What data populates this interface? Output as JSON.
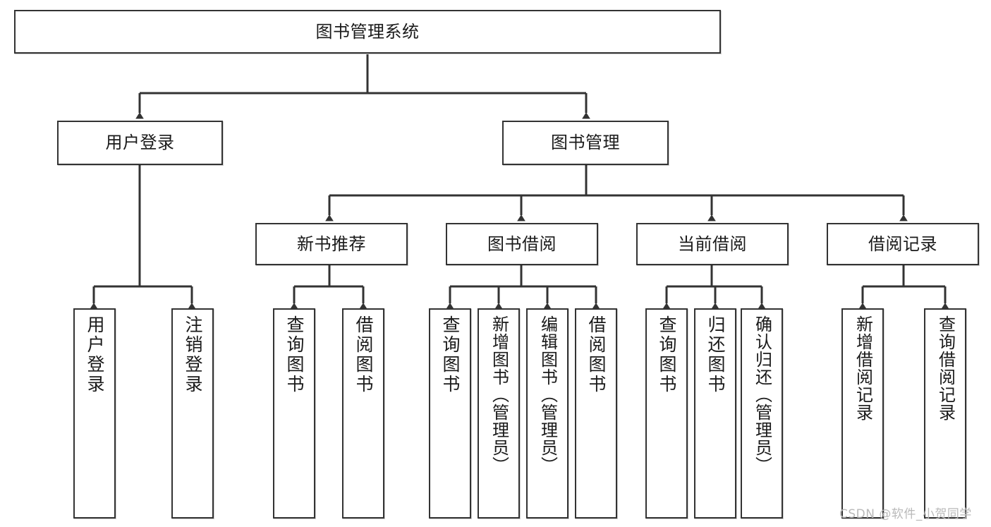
{
  "diagram": {
    "type": "tree",
    "title": "图书管理系统",
    "watermark": "CSDN @软件_小贺同学",
    "colors": {
      "box_border": "#333333",
      "box_fill": "#ffffff",
      "connector": "#333333",
      "text": "#1a1a1a",
      "watermark": "#b9b9b9",
      "background": "#ffffff"
    },
    "levels": {
      "level1": [
        "图书管理系统"
      ],
      "level2": [
        "用户登录",
        "图书管理"
      ],
      "level3": [
        "新书推荐",
        "图书借阅",
        "当前借阅",
        "借阅记录"
      ],
      "level4": [
        "用户登录",
        "注销登录",
        "查询图书",
        "借阅图书",
        "查询图书",
        "新增图书（管理员）",
        "编辑图书（管理员）",
        "借阅图书",
        "查询图书",
        "归还图书",
        "确认归还（管理员）",
        "新增借阅记录",
        "查询借阅记录"
      ]
    },
    "nodes": {
      "root": {
        "label": "图书管理系统"
      },
      "user_login": {
        "label": "用户登录"
      },
      "book_manage": {
        "label": "图书管理"
      },
      "new_book_rec": {
        "label": "新书推荐"
      },
      "book_borrow": {
        "label": "图书借阅"
      },
      "current_borrow": {
        "label": "当前借阅"
      },
      "borrow_record": {
        "label": "借阅记录"
      },
      "leaf_user_login": {
        "label": "用户登录"
      },
      "leaf_logout": {
        "label": "注销登录"
      },
      "leaf_query_book_a": {
        "label": "查询图书"
      },
      "leaf_borrow_book_a": {
        "label": "借阅图书"
      },
      "leaf_query_book_b": {
        "label": "查询图书"
      },
      "leaf_add_book": {
        "label": "新增图书（管理员）"
      },
      "leaf_edit_book": {
        "label": "编辑图书（管理员）"
      },
      "leaf_borrow_book_b": {
        "label": "借阅图书"
      },
      "leaf_query_book_c": {
        "label": "查询图书"
      },
      "leaf_return_book": {
        "label": "归还图书"
      },
      "leaf_confirm_return": {
        "label": "确认归还（管理员）"
      },
      "leaf_add_record": {
        "label": "新增借阅记录"
      },
      "leaf_query_record": {
        "label": "查询借阅记录"
      }
    }
  }
}
